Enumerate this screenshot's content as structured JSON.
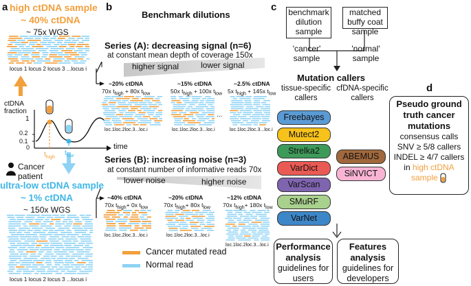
{
  "panel_a": {
    "letter": "a",
    "high_title": "high ctDNA sample",
    "high_sub": "~ 40% ctDNA",
    "high_wgs": "~ 75x WGS",
    "loci_top": "locus 1 locus 2 locus 3 ...locus i",
    "ylabel_1": "ctDNA",
    "ylabel_2": "fraction",
    "y_ticks": [
      "1",
      "0.2",
      "0.1",
      "0"
    ],
    "time_label": "time",
    "t_high": "t",
    "t_high_sub": "high",
    "t_low": "t",
    "t_low_sub": "low",
    "patient_1": "Cancer",
    "patient_2": "patient",
    "low_title": "ultra-low ctDNA sample",
    "low_sub": "~ 1% ctDNA",
    "low_wgs": "~ 150x WGS",
    "loci_bottom": "locus 1 locus 2 locus 3 ...locus i"
  },
  "panel_b": {
    "letter": "b",
    "title": "Benchmark dilutions",
    "series_a_title": "Series (A): decreasing signal (n=6)",
    "series_a_sub": "at constant mean depth of coverage 150x",
    "higher_signal": "higher signal",
    "lower_signal": "lower signal",
    "series_a_samples": [
      {
        "pct": "~20% ctDNA",
        "a": "70x t",
        "a_sub": "high",
        "b": " + 80x t",
        "b_sub": "low"
      },
      {
        "pct": "~15% ctDNA",
        "a": "50x t",
        "a_sub": "high",
        "b": " + 100x t",
        "b_sub": "low"
      },
      {
        "pct": "~2.5% ctDNA",
        "a": "5x t",
        "a_sub": "high",
        "b": " + 145x t",
        "b_sub": "low"
      }
    ],
    "ellipsis": "...",
    "loci_small": "loc.1loc.2loc.3...loc.i",
    "series_b_title": "Series (B): increasing noise (n=3)",
    "series_b_sub": "at constant number of informative reads 70x",
    "lower_noise": "lower noise",
    "higher_noise": "higher noise",
    "series_b_samples": [
      {
        "pct": "~40% ctDNA",
        "a": "70x t",
        "a_sub": "high",
        "b": "+ 0x t",
        "b_sub": "low"
      },
      {
        "pct": "~20% ctDNA",
        "a": "70x t",
        "a_sub": "high",
        "b": "+ 80x t",
        "b_sub": "low"
      },
      {
        "pct": "~12% ctDNA",
        "a": "70x t",
        "a_sub": "high",
        "b": "+ 180x t",
        "b_sub": "low"
      }
    ],
    "legend_cancer": "Cancer mutated read",
    "legend_normal": "Normal read"
  },
  "panel_c": {
    "letter": "c",
    "box_cancer": "benchmark dilution sample",
    "cancer_label": "'cancer' sample",
    "box_normal": "matched buffy coat sample",
    "normal_label": "'normal' sample",
    "callers_title": "Mutation callers",
    "tissue_label": "tissue-specific callers",
    "cfdna_label": "cfDNA-specific callers",
    "tissue_callers": [
      {
        "name": "Freebayes",
        "color": "#5b9bd5"
      },
      {
        "name": "Mutect2",
        "color": "#f6c21b"
      },
      {
        "name": "Strelka2",
        "color": "#3e9a5a"
      },
      {
        "name": "VarDict",
        "color": "#ea5a54"
      },
      {
        "name": "VarScan",
        "color": "#7f64b0"
      },
      {
        "name": "SMuRF",
        "color": "#a9d18e"
      },
      {
        "name": "VarNet",
        "color": "#3d87c8"
      }
    ],
    "cfdna_callers": [
      {
        "name": "ABEMUS",
        "color": "#a0683c"
      },
      {
        "name": "SiNVICT",
        "color": "#f9b4d4"
      }
    ],
    "perf_title": "Performance analysis",
    "perf_sub": "guidelines for users",
    "feat_title": "Features analysis",
    "feat_sub": "guidelines for developers"
  },
  "panel_d": {
    "letter": "d",
    "title": "Pseudo ground truth cancer mutations",
    "line1": "consensus calls",
    "line2": "SNV ≥ 5/8 callers",
    "line3": "INDEL ≥ 4/7 callers",
    "line4": "in",
    "line4_orange": "high ctDNA",
    "line5_orange": "sample"
  },
  "colors": {
    "cancer": "#f2a03d",
    "normal": "#8fd3f4",
    "dark_blue": "#3fb6e6"
  }
}
